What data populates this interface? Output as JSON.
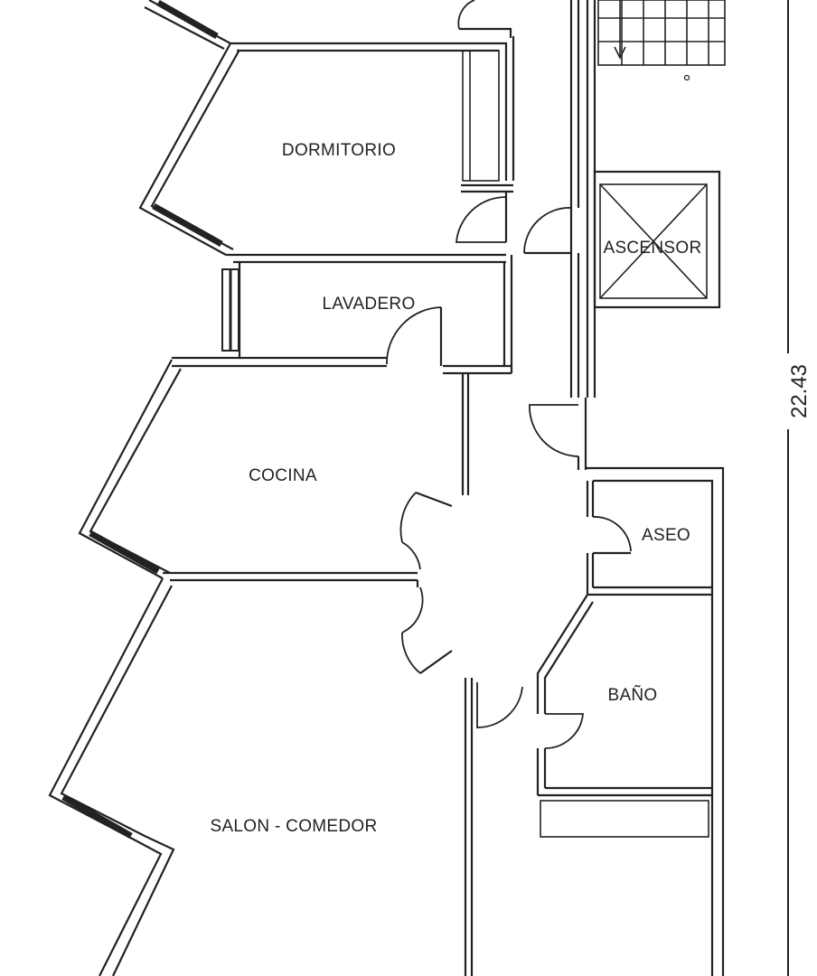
{
  "rooms": {
    "dormitorio": "DORMITORIO",
    "lavadero": "LAVADERO",
    "ascensor": "ASCENSOR",
    "cocina": "COCINA",
    "aseo": "ASEO",
    "bano": "BAÑO",
    "salon": "SALON - COMEDOR"
  },
  "dimension": {
    "height_label": "22.43"
  }
}
